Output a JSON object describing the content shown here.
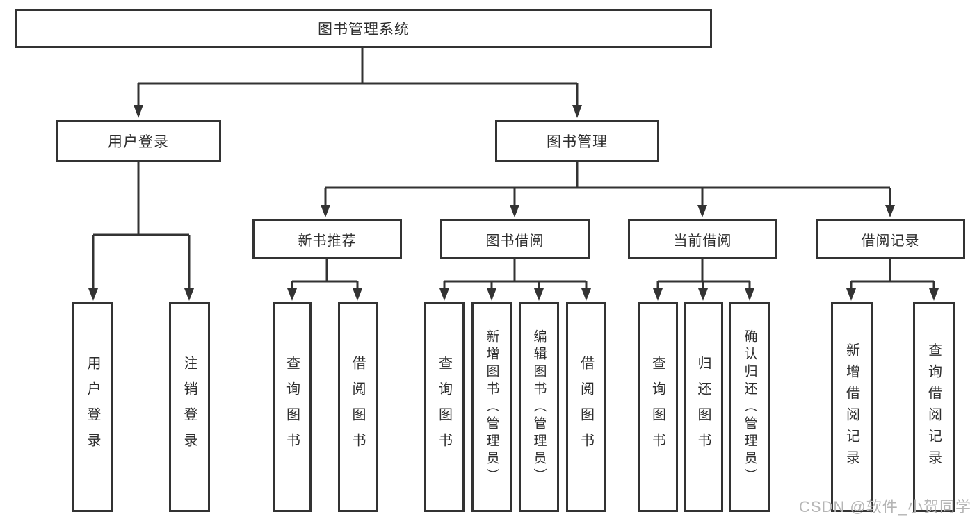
{
  "nodes": {
    "root": "图书管理系统",
    "level2": [
      "用户登录",
      "图书管理"
    ],
    "level3": [
      "新书推荐",
      "图书借阅",
      "当前借阅",
      "借阅记录"
    ],
    "leaves_user_login": [
      "用户登录",
      "注销登录"
    ],
    "leaves_new_books": [
      "查询图书",
      "借阅图书"
    ],
    "leaves_book_borrow": [
      "查询图书",
      "新增图书（管理员）",
      "编辑图书（管理员）",
      "借阅图书"
    ],
    "leaves_current_borrow": [
      "查询图书",
      "归还图书",
      "确认归还（管理员）"
    ],
    "leaves_borrow_records": [
      "新增借阅记录",
      "查询借阅记录"
    ]
  },
  "watermark": "CSDN @软件_小贺同学",
  "colors": {
    "line": "#333333",
    "box_border": "#333333",
    "text": "#2e2e2e",
    "watermark": "#b5b5b5",
    "background": "#ffffff"
  }
}
